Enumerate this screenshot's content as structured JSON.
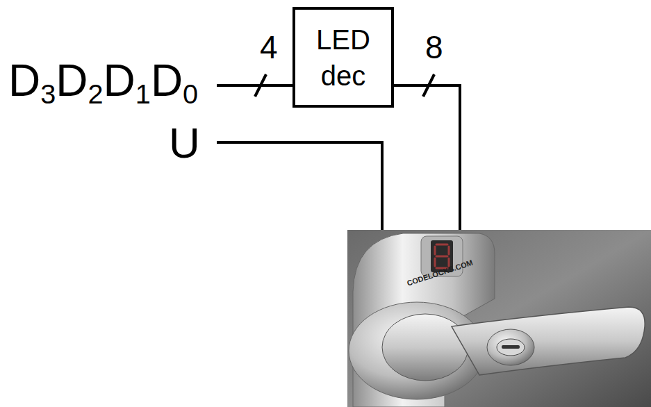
{
  "diagram": {
    "nodes": [
      {
        "text": [
          "LED dec"
        ]
      }
    ],
    "labels": [
      "D3D2D1D0",
      "4",
      "8",
      "U",
      "CODELOCKS.COM"
    ]
  }
}
